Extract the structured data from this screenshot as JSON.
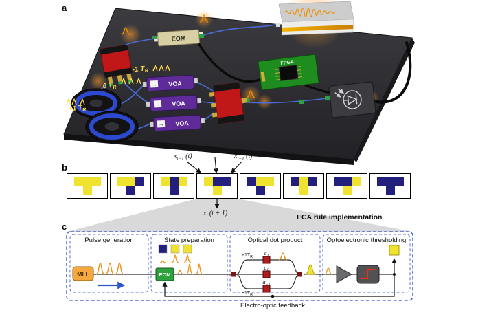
{
  "panel_a": {
    "label": "a",
    "eom_label": "EOM",
    "voa_label": "VOA",
    "voa_arrow_icon": "→",
    "fpga_label": "FPGA",
    "annotations": {
      "minus_one": {
        "text": "-1 T",
        "sub": "R"
      },
      "zero": {
        "text": "0 T",
        "sub": "R"
      },
      "plus_one": {
        "text": "+1 T",
        "sub": "R"
      }
    }
  },
  "panel_b": {
    "label": "b",
    "caption": "ECA rule implementation",
    "colors": {
      "on": "#f0e32f",
      "off": "#22207c"
    },
    "rules": [
      {
        "neighborhood": [
          1,
          1,
          1
        ],
        "output": 1
      },
      {
        "neighborhood": [
          1,
          1,
          0
        ],
        "output": 0
      },
      {
        "neighborhood": [
          1,
          0,
          1
        ],
        "output": 0
      },
      {
        "neighborhood": [
          1,
          0,
          0
        ],
        "output": 1
      },
      {
        "neighborhood": [
          0,
          1,
          1
        ],
        "output": 0
      },
      {
        "neighborhood": [
          0,
          1,
          0
        ],
        "output": 1
      },
      {
        "neighborhood": [
          0,
          0,
          1
        ],
        "output": 1
      },
      {
        "neighborhood": [
          0,
          0,
          0
        ],
        "output": 0
      }
    ],
    "labels": {
      "x_prev": {
        "base": "x",
        "sub": "i−1",
        "rest": " (t)"
      },
      "x_curr": {
        "base": "x",
        "sub": "i",
        "rest": " (t)"
      },
      "x_next": {
        "base": "x",
        "sub": "i+1",
        "rest": " (t)"
      },
      "x_out": {
        "base": "x",
        "sub": "i",
        "rest": " (t + 1)"
      }
    }
  },
  "panel_c": {
    "label": "c",
    "sections": [
      {
        "title": "Pulse generation"
      },
      {
        "title": "State preparation"
      },
      {
        "title": "Optical dot product"
      },
      {
        "title": "Optoelectronic thresholding"
      }
    ],
    "mll_label": "MLL",
    "eom_label": "EOM",
    "state_squares": [
      0,
      1,
      1
    ],
    "coefficients": {
      "a_plus": {
        "base": "a",
        "sub": "1"
      },
      "a_zero": {
        "base": "a",
        "sub": "0"
      },
      "a_minus": {
        "base": "a",
        "sub": "−1"
      }
    },
    "delays": {
      "plus": {
        "text": "+1T",
        "sub": "R"
      },
      "minus": {
        "text": "−1T",
        "sub": "R"
      }
    },
    "feedback_label": "Electro-optic feedback"
  }
}
